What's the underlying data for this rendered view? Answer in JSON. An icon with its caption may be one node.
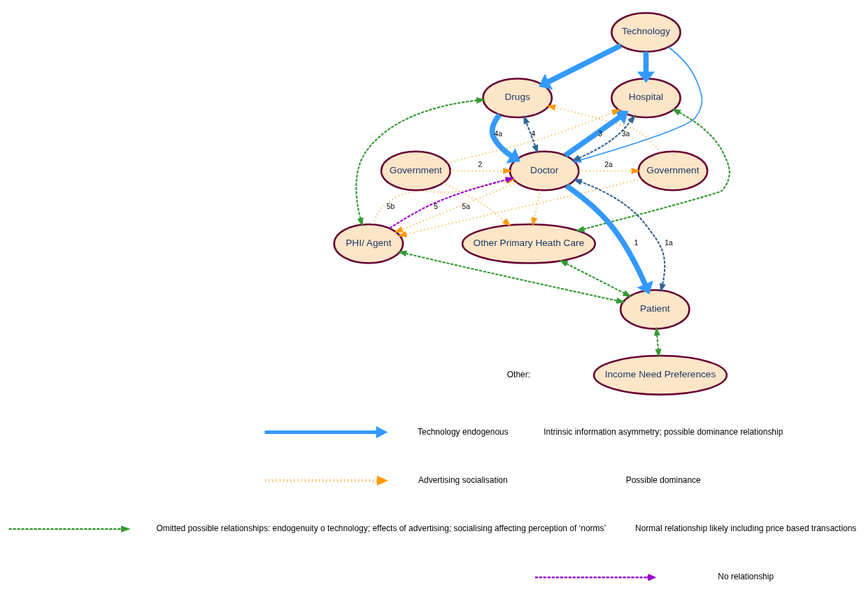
{
  "diagram": {
    "nodes": [
      {
        "text": [
          "Technology"
        ]
      },
      {
        "text": [
          "Drugs"
        ]
      },
      {
        "text": [
          "Hospital"
        ]
      },
      {
        "text": [
          "Government"
        ]
      },
      {
        "text": [
          "Doctor"
        ]
      },
      {
        "text": [
          "Government"
        ]
      },
      {
        "text": [
          "PHI/ Agent"
        ]
      },
      {
        "text": [
          "Other Primary Heath Care"
        ]
      },
      {
        "text": [
          "Patient"
        ]
      },
      {
        "text": [
          "Income Need Preferences"
        ]
      }
    ],
    "edges": [
      {
        "from": 0,
        "to": 1,
        "arrow": "to",
        "style": "thick",
        "color": "#3399ff"
      },
      {
        "from": 0,
        "to": 2,
        "arrow": "to",
        "style": "thick",
        "color": "#3399ff"
      },
      {
        "from": 0,
        "to": 4,
        "arrow": "to",
        "color": "#3399ff"
      },
      {
        "from": 1,
        "to": 4,
        "arrow": "to",
        "label": "4a",
        "style": "thick",
        "color": "#3399ff"
      },
      {
        "from": 4,
        "to": 1,
        "arrow": "both",
        "label": "4",
        "style": "dashed",
        "color": "#336699"
      },
      {
        "from": 4,
        "to": 2,
        "arrow": "both",
        "label": "3a",
        "style": "dashed",
        "color": "#336699"
      },
      {
        "from": 4,
        "to": 2,
        "arrow": "to",
        "label": "3",
        "style": "thick",
        "color": "#3399ff"
      },
      {
        "from": 3,
        "to": 1,
        "arrow": "to",
        "style": "dashed"
      },
      {
        "from": 5,
        "to": 2,
        "arrow": "to",
        "style": "dashed"
      },
      {
        "from": 4,
        "to": 3,
        "arrow": "to",
        "label": "2a",
        "style": "dashed"
      },
      {
        "from": 5,
        "to": 4,
        "arrow": "to",
        "label": "2",
        "style": "dashed"
      },
      {
        "from": 3,
        "to": 6,
        "arrow": "to",
        "style": "dashed"
      },
      {
        "from": 5,
        "to": 7,
        "arrow": "to",
        "style": "dashed"
      },
      {
        "from": 6,
        "to": 4,
        "arrow": "to",
        "label": "5b",
        "style": "dashed"
      },
      {
        "from": 6,
        "to": 4,
        "arrow": "to",
        "label": "5",
        "style": "dashed",
        "color": "#9900cc"
      },
      {
        "from": 4,
        "to": 6,
        "arrow": "to",
        "label": "5a",
        "style": "dashed"
      },
      {
        "from": 4,
        "to": 7,
        "arrow": "to",
        "style": "dashed"
      },
      {
        "from": 4,
        "to": 8,
        "arrow": "to",
        "label": "1",
        "style": "thick",
        "color": "#3399ff"
      },
      {
        "from": 8,
        "to": 4,
        "arrow": "both",
        "label": "1a",
        "style": "dashed",
        "color": "#336699"
      },
      {
        "from": 1,
        "to": 6,
        "arrow": "both",
        "style": "dashed",
        "color": "#339933"
      },
      {
        "from": 2,
        "to": 7,
        "arrow": "both",
        "style": "dashed",
        "color": "#339933"
      },
      {
        "from": 6,
        "to": 8,
        "arrow": "both",
        "style": "dashed",
        "color": "#339933"
      },
      {
        "from": 7,
        "to": 8,
        "arrow": "both",
        "style": "dashed",
        "color": "#339933"
      },
      {
        "from": 8,
        "to": 9,
        "arrow": "both",
        "style": "dashed",
        "color": "#339933"
      }
    ],
    "labels": [
      "Other:",
      "Technology endogenous",
      "Advertising socialisation",
      "Omitted possible relationships: endogenuity o technology; effects of advertising; socialising affecting perception of ‘norms’"
    ],
    "legend": [
      {
        "text": "Intrinsic information asymmetry; possible dominance relationship"
      },
      {
        "text": "Possible dominance"
      },
      {
        "text": "Normal relationship likely including price based transactions"
      },
      {
        "text": "No relationship"
      }
    ]
  }
}
